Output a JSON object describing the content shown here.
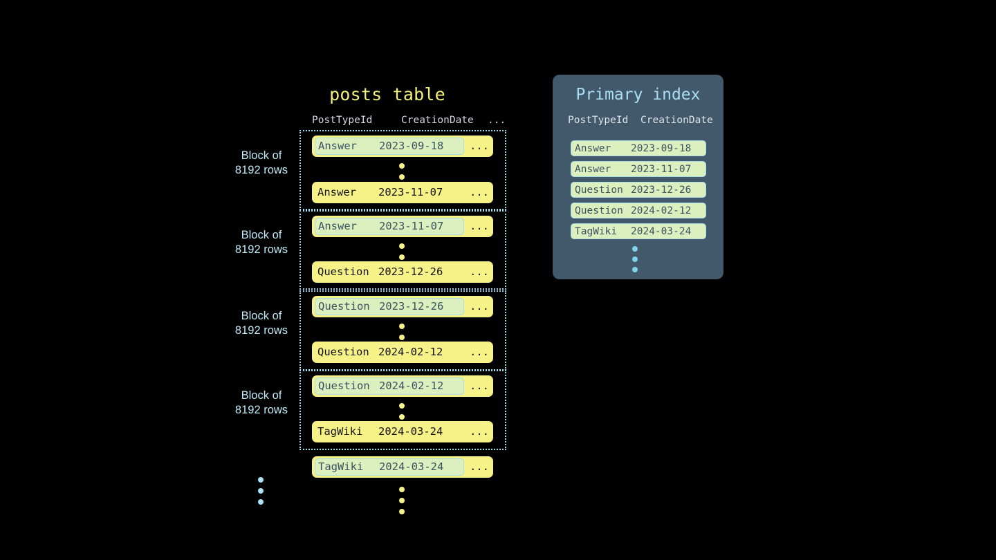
{
  "canvas": {
    "background": "#000000",
    "accent_yellow": "#f7f287",
    "accent_blue": "#aadff3",
    "panel_slate": "#41596a",
    "chip_green": "#dcefbe"
  },
  "posts_table": {
    "title": "posts table",
    "columns": {
      "post_type_id": "PostTypeId",
      "creation_date": "CreationDate",
      "more": "..."
    },
    "block_label_line1": "Block of",
    "block_label_line2": "8192 rows",
    "blocks": [
      {
        "label_line1": "Block of",
        "label_line2": "8192 rows",
        "first_row": {
          "post_type": "Answer",
          "date": "2023-09-18",
          "more": "...",
          "indexed": true
        },
        "last_row": {
          "post_type": "Answer",
          "date": "2023-11-07",
          "more": "...",
          "indexed": false
        }
      },
      {
        "label_line1": "Block of",
        "label_line2": "8192 rows",
        "first_row": {
          "post_type": "Answer",
          "date": "2023-11-07",
          "more": "...",
          "indexed": true
        },
        "last_row": {
          "post_type": "Question",
          "date": "2023-12-26",
          "more": "...",
          "indexed": false
        }
      },
      {
        "label_line1": "Block of",
        "label_line2": "8192 rows",
        "first_row": {
          "post_type": "Question",
          "date": "2023-12-26",
          "more": "...",
          "indexed": true
        },
        "last_row": {
          "post_type": "Question",
          "date": "2024-02-12",
          "more": "...",
          "indexed": false
        }
      },
      {
        "label_line1": "Block of",
        "label_line2": "8192 rows",
        "first_row": {
          "post_type": "Question",
          "date": "2024-02-12",
          "more": "...",
          "indexed": true
        },
        "last_row": {
          "post_type": "TagWiki",
          "date": "2024-03-24",
          "more": "...",
          "indexed": false
        }
      }
    ],
    "trailing_row": {
      "post_type": "TagWiki",
      "date": "2024-03-24",
      "more": "...",
      "indexed": true
    },
    "continuation_dots_count": 3
  },
  "primary_index": {
    "title": "Primary index",
    "columns": {
      "post_type_id": "PostTypeId",
      "creation_date": "CreationDate"
    },
    "entries": [
      {
        "post_type": "Answer",
        "date": "2023-09-18"
      },
      {
        "post_type": "Answer",
        "date": "2023-11-07"
      },
      {
        "post_type": "Question",
        "date": "2023-12-26"
      },
      {
        "post_type": "Question",
        "date": "2024-02-12"
      },
      {
        "post_type": "TagWiki",
        "date": "2024-03-24"
      }
    ],
    "continuation_dots_count": 3
  }
}
